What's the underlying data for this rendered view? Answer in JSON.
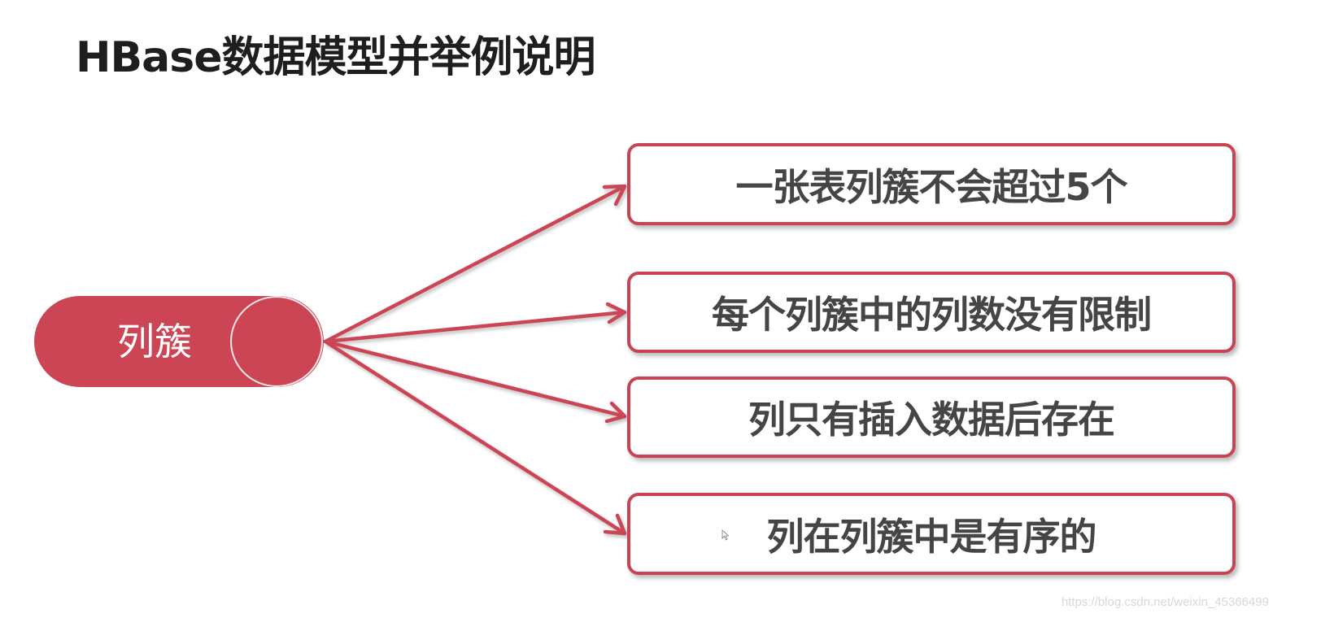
{
  "slide": {
    "title": "HBase数据模型并举例说明",
    "colors": {
      "accent": "#cc4555",
      "box_border": "#c94452",
      "box_text": "#454545",
      "title_text": "#1e1e1e",
      "background": "#ffffff"
    }
  },
  "diagram": {
    "source_node": {
      "label": "列簇",
      "shape": "pill-with-circle"
    },
    "targets": [
      {
        "label": "一张表列簇不会超过5个"
      },
      {
        "label": "每个列簇中的列数没有限制"
      },
      {
        "label": "列只有插入数据后存在"
      },
      {
        "label": "列在列簇中是有序的"
      }
    ],
    "edges": [
      {
        "from": "列簇",
        "to": "一张表列簇不会超过5个"
      },
      {
        "from": "列簇",
        "to": "每个列簇中的列数没有限制"
      },
      {
        "from": "列簇",
        "to": "列只有插入数据后存在"
      },
      {
        "from": "列簇",
        "to": "列在列簇中是有序的"
      }
    ]
  },
  "watermark": "https://blog.csdn.net/weixin_45366499"
}
